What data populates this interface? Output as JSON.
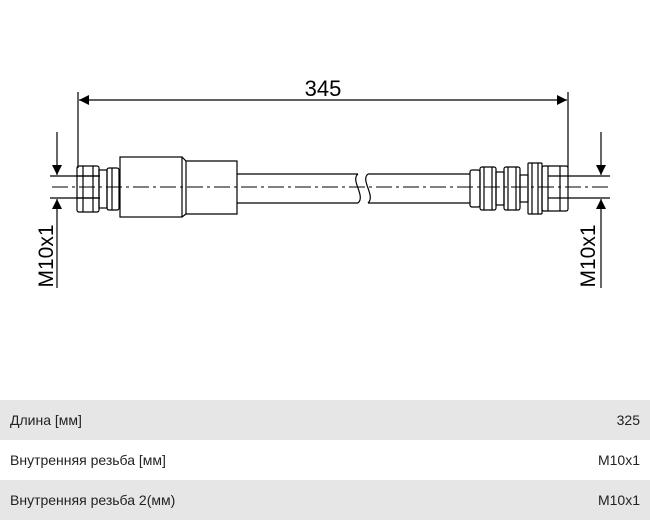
{
  "drawing": {
    "dimension_length": "345",
    "thread_left": "M10x1",
    "thread_right": "M10x1"
  },
  "specs": [
    {
      "label": "Длина [мм]",
      "value": "325"
    },
    {
      "label": "Внутренняя резьба [мм]",
      "value": "M10x1"
    },
    {
      "label": "Внутренняя резьба 2(мм)",
      "value": "M10x1"
    }
  ]
}
